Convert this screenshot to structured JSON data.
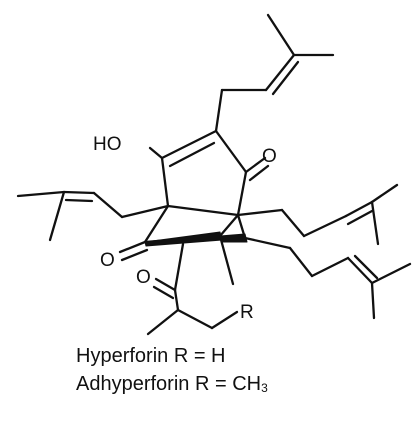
{
  "structure": {
    "atom_labels": {
      "ho": "HO",
      "o_ketone_right": "O",
      "o_ketone_left": "O",
      "o_acyl": "O",
      "r_group": "R"
    }
  },
  "caption": {
    "line1": {
      "name": "Hyperforin",
      "equation": " R = H"
    },
    "line2": {
      "name": "Adhyperforin",
      "equation": " R = CH",
      "subscript": "3"
    }
  }
}
